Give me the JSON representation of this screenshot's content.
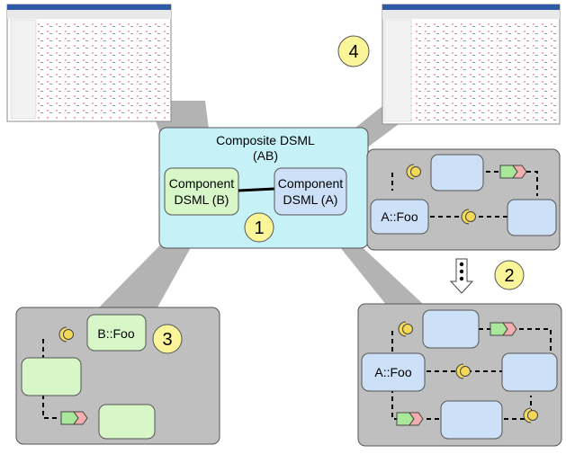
{
  "composite": {
    "title_line1": "Composite DSML",
    "title_line2": "(AB)",
    "component_b_line1": "Component",
    "component_b_line2": "DSML (B)",
    "component_a_line1": "Component",
    "component_a_line2": "DSML (A)"
  },
  "markers": [
    "1",
    "2",
    "3",
    "4"
  ],
  "labels": {
    "a_foo_top": "A::Foo",
    "a_foo_bottom": "A::Foo",
    "b_foo": "B::Foo"
  },
  "colors": {
    "composite_fill": "#c6f1f7",
    "panel_fill": "#bfbfbf",
    "blue_box": "#cce0f7",
    "green_box": "#d8f7c8",
    "marker_fill": "#fbf59a",
    "port_yellow": "#f3d85a",
    "port_green": "#a9e89b",
    "port_pink": "#f3aeb0"
  }
}
